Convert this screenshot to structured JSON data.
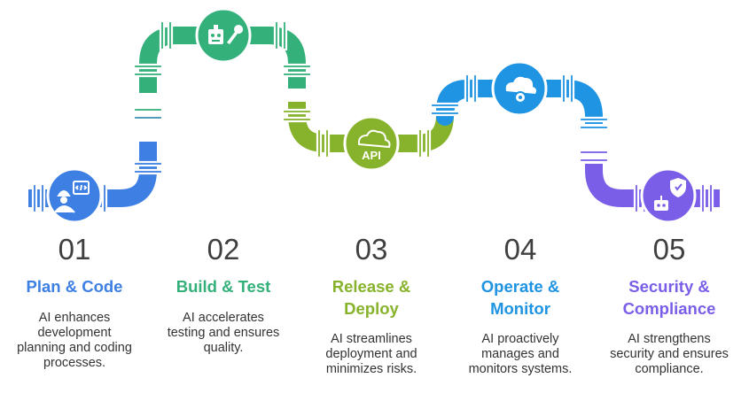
{
  "steps": [
    {
      "number": "01",
      "title_lines": [
        "Plan & Code"
      ],
      "desc_lines": [
        "AI enhances",
        "development",
        "planning and coding",
        "processes."
      ],
      "color": "#3d7fe2",
      "icon": "developer-code-icon"
    },
    {
      "number": "02",
      "title_lines": [
        "Build & Test"
      ],
      "desc_lines": [
        "AI accelerates",
        "testing and ensures",
        "quality."
      ],
      "color": "#34b07a",
      "icon": "robot-wrench-icon"
    },
    {
      "number": "03",
      "title_lines": [
        "Release &",
        "Deploy"
      ],
      "desc_lines": [
        "AI streamlines",
        "deployment and",
        "minimizes risks."
      ],
      "color": "#87b32c",
      "icon": "cloud-api-icon",
      "icon_text": "API"
    },
    {
      "number": "04",
      "title_lines": [
        "Operate &",
        "Monitor"
      ],
      "desc_lines": [
        "AI proactively",
        "manages and",
        "monitors systems."
      ],
      "color": "#1f94e2",
      "icon": "cloud-gear-icon"
    },
    {
      "number": "05",
      "title_lines": [
        "Security &",
        "Compliance"
      ],
      "desc_lines": [
        "AI strengthens",
        "security and ensures",
        "compliance."
      ],
      "color": "#7a5ee8",
      "icon": "robot-shield-icon"
    }
  ]
}
